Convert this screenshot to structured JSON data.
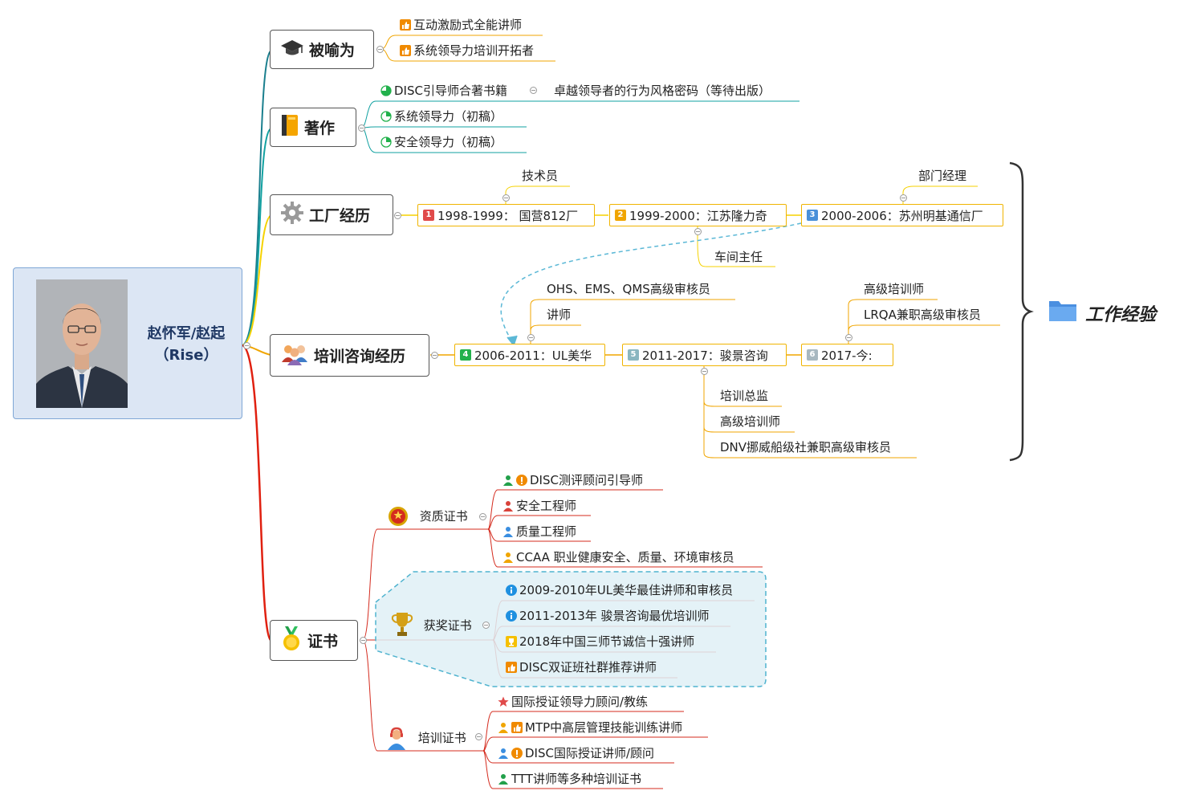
{
  "person": {
    "name": "赵怀军/赵起",
    "alias": "（Rise）"
  },
  "topics": {
    "beiyu": "被喻为",
    "zhuzuo": "著作",
    "gongchang": "工厂经历",
    "peixun": "培训咨询经历",
    "zhengshu": "证书"
  },
  "beiyu_items": [
    "互动激励式全能讲师",
    "系统领导力培训开拓者"
  ],
  "zhuzuo_items": {
    "disc_book": "DISC引导师合著书籍",
    "disc_book_child": "卓越领导者的行为风格密码（等待出版）",
    "sys": "系统领导力（初稿）",
    "safe": "安全领导力（初稿）"
  },
  "factory": {
    "s1": {
      "num": "1",
      "text": "1998-1999： 国营812厂",
      "child": "技术员"
    },
    "s2": {
      "num": "2",
      "text": "1999-2000：江苏隆力奇",
      "child": "车间主任"
    },
    "s3": {
      "num": "3",
      "text": "2000-2006：苏州明基通信厂",
      "child": "部门经理"
    }
  },
  "training": {
    "s4": {
      "num": "4",
      "text": "2006-2011：UL美华",
      "children": [
        "OHS、EMS、QMS高级审核员",
        "讲师"
      ]
    },
    "s5": {
      "num": "5",
      "text": "2011-2017：骏景咨询",
      "children": [
        "培训总监",
        "高级培训师",
        "DNV挪威船级社兼职高级审核员"
      ]
    },
    "s6": {
      "num": "6",
      "text": "2017-今:",
      "children": [
        "高级培训师",
        "LRQA兼职高级审核员"
      ]
    }
  },
  "work_label": "工作经验",
  "certs": {
    "zizhi": {
      "label": "资质证书",
      "items": [
        "DISC测评顾问引导师",
        "安全工程师",
        "质量工程师",
        "CCAA 职业健康安全、质量、环境审核员"
      ]
    },
    "huojiang": {
      "label": "获奖证书",
      "items": [
        "2009-2010年UL美华最佳讲师和审核员",
        "2011-2013年 骏景咨询最优培训师",
        "2018年中国三师节诚信十强讲师",
        "DISC双证班社群推荐讲师"
      ]
    },
    "peixun": {
      "label": "培训证书",
      "items": [
        "国际授证领导力顾问/教练",
        "MTP中高层管理技能训练讲师",
        "DISC国际授证讲师/顾问",
        "TTT讲师等多种培训证书"
      ]
    }
  },
  "colors": {
    "teal": "#12a1a1",
    "orange": "#f0a500",
    "red": "#d42b1e",
    "dark_red": "#c0392b",
    "yellow": "#f5d200",
    "blue_dash": "#5bb8d6"
  }
}
